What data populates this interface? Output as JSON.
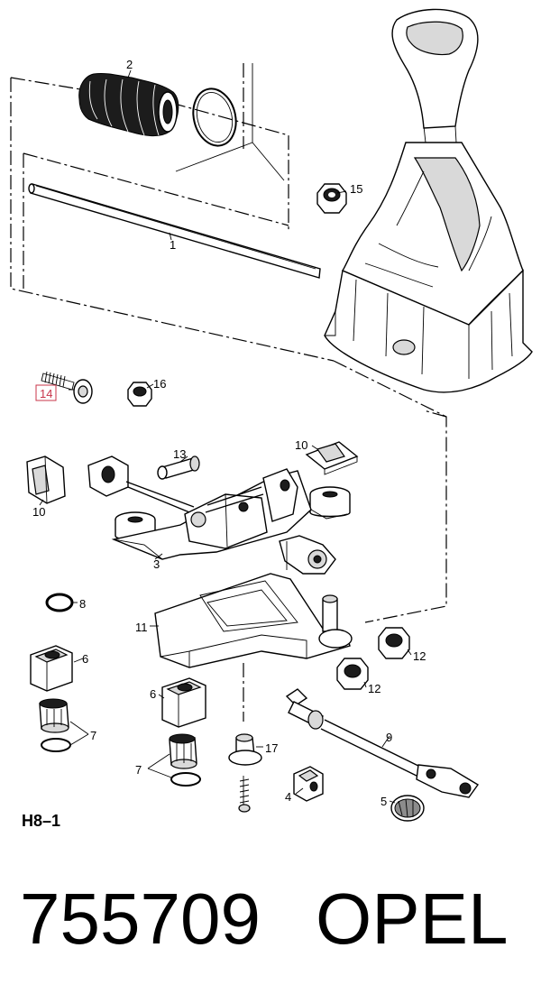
{
  "diagram_ref": "H8–1",
  "part_number": "755709",
  "brand": "OPEL",
  "callouts": {
    "c1": "1",
    "c2": "2",
    "c3": "3",
    "c4": "4",
    "c5": "5",
    "c6a": "6",
    "c6b": "6",
    "c7a": "7",
    "c7b": "7",
    "c8": "8",
    "c9": "9",
    "c10a": "10",
    "c10b": "10",
    "c11": "11",
    "c12a": "12",
    "c12b": "12",
    "c13": "13",
    "c14": "14",
    "c15": "15",
    "c16": "16",
    "c17": "17"
  },
  "highlight_color": "#c8344a"
}
